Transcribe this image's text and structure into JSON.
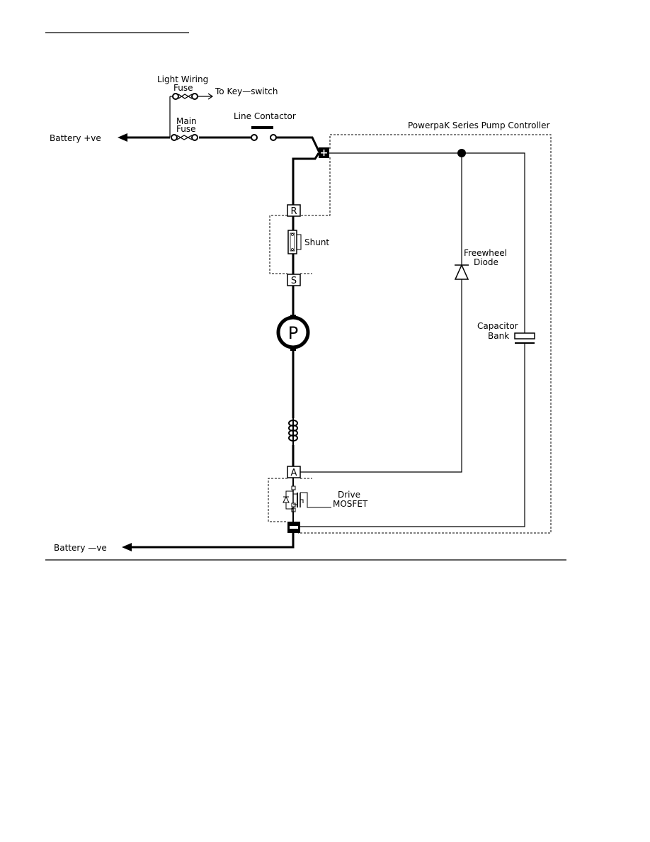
{
  "labels": {
    "light_wiring_line1": "Light  Wiring",
    "light_wiring_line2": "Fuse",
    "to_keyswitch": "To  Key—switch",
    "main_fuse_line1": "Main",
    "main_fuse_line2": "Fuse",
    "line_contactor": "Line  Contactor",
    "controller_title": "PowerpaK  Series  Pump  Controller",
    "battery_positive": "Battery    +ve",
    "battery_negative": "Battery    —ve",
    "shunt": "Shunt",
    "freewheel_line1": "Freewheel",
    "freewheel_line2": "Diode",
    "capacitor_line1": "Capacitor",
    "capacitor_line2": "Bank",
    "drive_line1": "Drive",
    "drive_line2": "MOSFET"
  },
  "terminals": {
    "plus": "+",
    "r": "R",
    "s": "S",
    "pump": "P",
    "a": "A",
    "minus": "—"
  },
  "icons": {
    "pump_motor": "pump-motor-icon",
    "field_coil": "field-coil-icon",
    "diode": "diode-icon",
    "capacitor": "capacitor-icon",
    "mosfet": "mosfet-icon",
    "fuse": "fuse-icon",
    "contactor": "contactor-icon"
  }
}
